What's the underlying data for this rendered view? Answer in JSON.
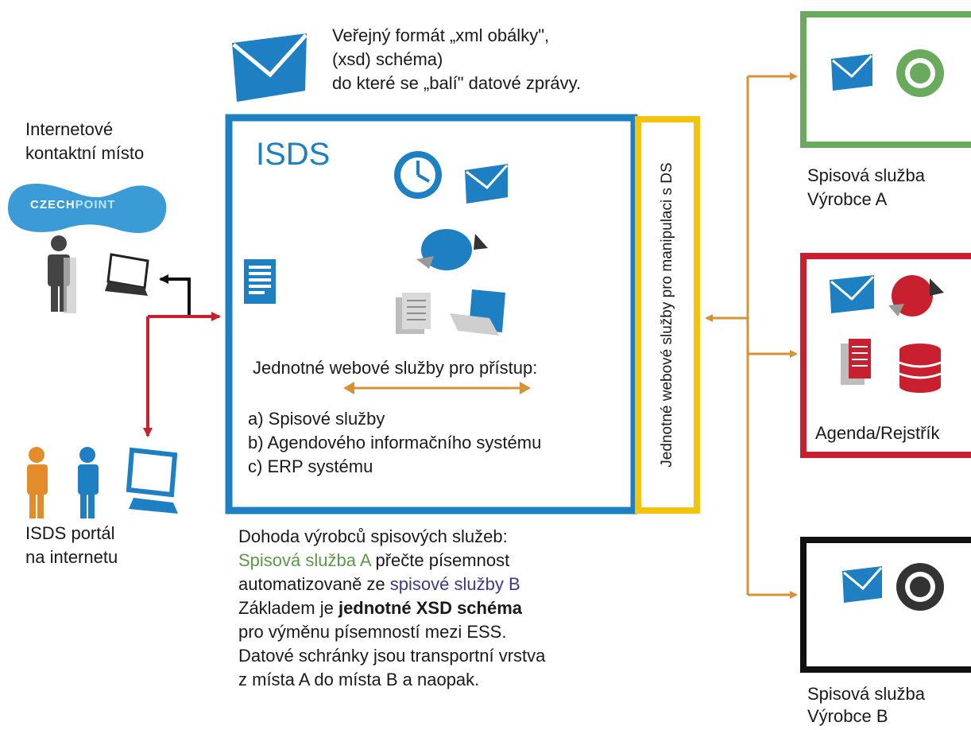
{
  "colors": {
    "isds_blue": "#1e7fc3",
    "yellow_frame": "#f2c40f",
    "green_frame": "#6aaa5d",
    "red_frame": "#c8202f",
    "black_frame": "#111111",
    "orange_arrow": "#d69236",
    "red_arrow": "#c8202f",
    "green_text": "#5a9a46",
    "blue_text": "#3a3a8c"
  },
  "envelope_note": {
    "line1": "Veřejný formát „xml obálky\",",
    "line2": "(xsd) schéma)",
    "line3": "do které se  „balí\" datové zprávy."
  },
  "left": {
    "contact_line1": "Internetové",
    "contact_line2": "kontaktní místo",
    "czechpoint_a": "CZECH",
    "czechpoint_b": "POINT",
    "portal_line1": "ISDS portál",
    "portal_line2": "na internetu"
  },
  "isds": {
    "title": "ISDS",
    "access_heading": "Jednotné webové služby pro přístup:",
    "items": [
      "a) Spisové služby",
      "b) Agendového informačního systému",
      "c) ERP systému"
    ]
  },
  "vertical_label": "Jednotné webové služby pro manipulaci s DS",
  "agreement": {
    "line1": "Dohoda výrobců spisových služeb:",
    "line2_green": "Spisová služba A",
    "line2_rest": " přečte písemnost",
    "line3_start": "automatizovaně ze ",
    "line3_blue": "spisové služby B",
    "line4_start": "Základem je ",
    "line4_bold": "jednotné XSD schéma",
    "line5": "pro výměnu písemností mezi ESS.",
    "line6": "Datové schránky jsou transportní vrstva",
    "line7": "z místa A do místa B a naopak."
  },
  "right": {
    "a_line1": "Spisová služba",
    "a_line2": "Výrobce A",
    "agenda": "Agenda/Rejstřík",
    "b_line1": "Spisová služba",
    "b_line2": "Výrobce B"
  },
  "icons": [
    "envelope-icon",
    "clock-icon",
    "sync-icon",
    "documents-icon",
    "folder-icon",
    "window-icon",
    "person-icon",
    "laptop-icon",
    "monitor-icon",
    "database-icon"
  ]
}
